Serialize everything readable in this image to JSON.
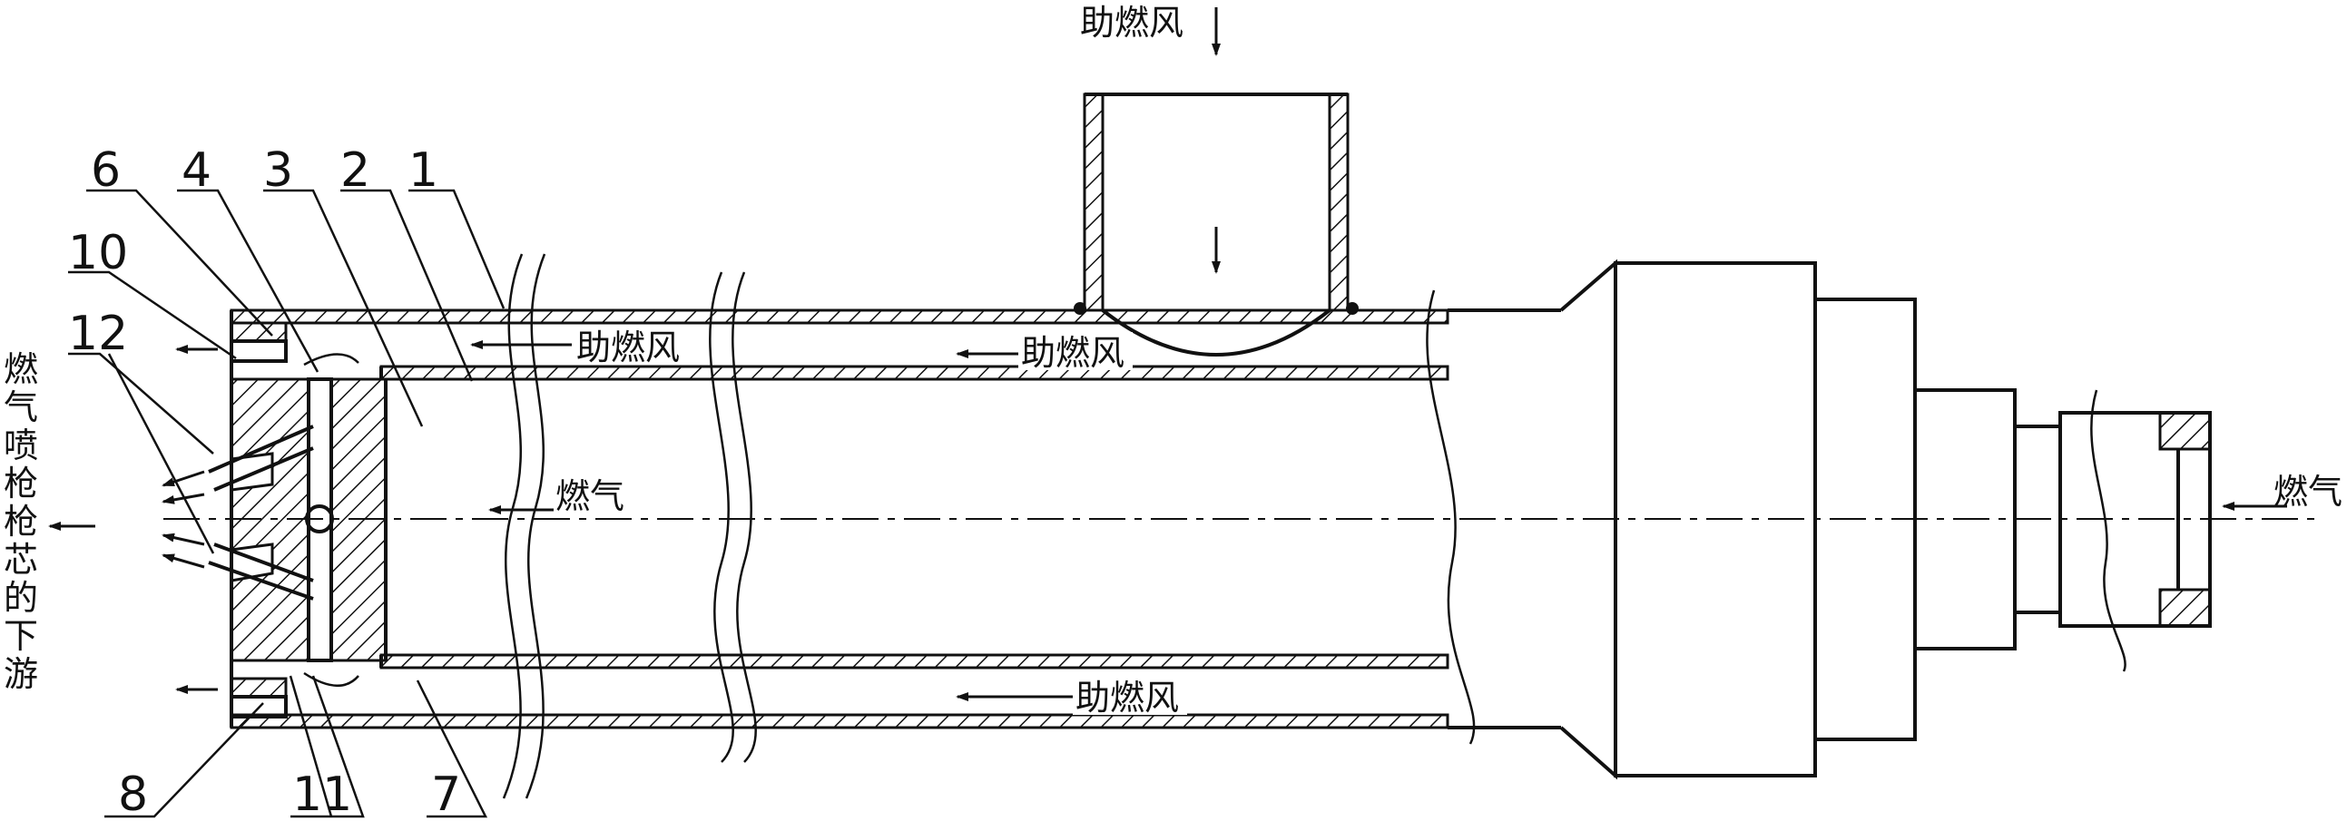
{
  "labels": {
    "air_top": "助燃风",
    "air_main": "助燃风",
    "air_inner_top": "助燃风",
    "air_inner_bottom": "助燃风",
    "gas_center": "燃气",
    "gas_inlet": "燃气",
    "downstream": [
      "燃",
      "气",
      "喷",
      "枪",
      "枪",
      "芯",
      "的",
      "下",
      "游"
    ]
  },
  "parts": {
    "p1": "1",
    "p2": "2",
    "p3": "3",
    "p4": "4",
    "p6": "6",
    "p7": "7",
    "p8": "8",
    "p10": "10",
    "p11": "11",
    "p12": "12"
  }
}
